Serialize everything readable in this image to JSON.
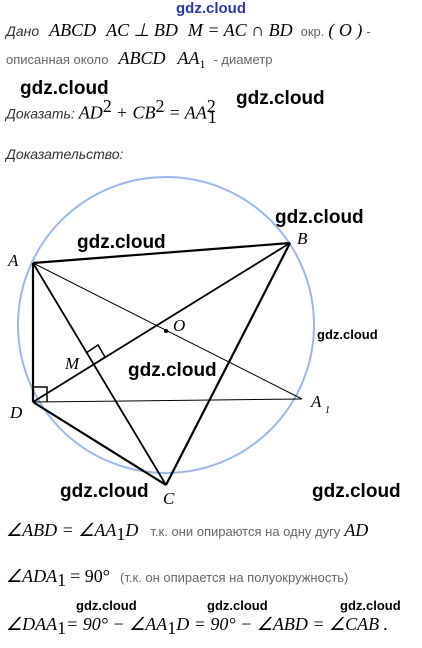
{
  "watermark": "gdz.cloud",
  "given": {
    "label": "Дано",
    "quad": "ABCD",
    "perp": "AC ⊥ BD",
    "point": "M = AC ∩ BD",
    "circle_prefix": "окр.",
    "circle_name": "( O )",
    "circle_suffix": "-",
    "line2_text": "описанная около",
    "line2_quad": "ABCD",
    "diameter": "AA",
    "diameter_sub": "1",
    "diameter_text": "- диаметр"
  },
  "prove": {
    "label": "Доказать:",
    "formula": "AD",
    "sq1": "2",
    "plus": "+ CB",
    "sq2": "2",
    "eq": "= AA",
    "sub": "1",
    "sq3": "2"
  },
  "proof": {
    "label": "Доказательство:"
  },
  "figure": {
    "labels": {
      "A": "A",
      "B": "B",
      "C": "C",
      "D": "D",
      "M": "M",
      "O": "O",
      "A1": "A",
      "A1_sub": "1"
    },
    "circle_color": "#9db8ea"
  },
  "step1": {
    "lhs": "∠ABD = ∠AA",
    "sub": "1",
    "lhs_end": "D",
    "reason": "т.к. они опираются на одну дугу",
    "arc": "AD"
  },
  "step2": {
    "lhs": "∠ADA",
    "sub": "1",
    "rhs": "= 90°",
    "reason": "(т.к. он опирается на полуокружность)"
  },
  "step3": {
    "p1": "∠DAA",
    "sub1": "1",
    "p2": "= 90° − ∠AA",
    "sub2": "1",
    "p3": "D = 90° − ∠ABD = ∠CAB ."
  }
}
